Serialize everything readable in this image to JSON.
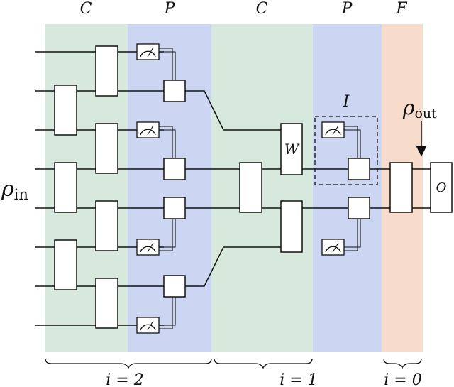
{
  "colors": {
    "c_layer": "#d7e8dc",
    "p_layer": "#ccd6f2",
    "f_layer": "#f7dccb",
    "ink": "#111111"
  },
  "column_labels": {
    "c1": "C",
    "p1": "P",
    "c2": "C",
    "p2": "P",
    "f": "F"
  },
  "box_labels": {
    "w": "W",
    "i": "I",
    "o": "O"
  },
  "rho_in": {
    "base": "ρ",
    "sub": "in"
  },
  "rho_out": {
    "base": "ρ",
    "sub": "out"
  },
  "step_labels": {
    "i2": "i = 2",
    "i1": "i = 1",
    "i0": "i = 0"
  },
  "icons": [
    "measurement-meter-icon",
    "arrow-down-icon",
    "brace-icon"
  ]
}
